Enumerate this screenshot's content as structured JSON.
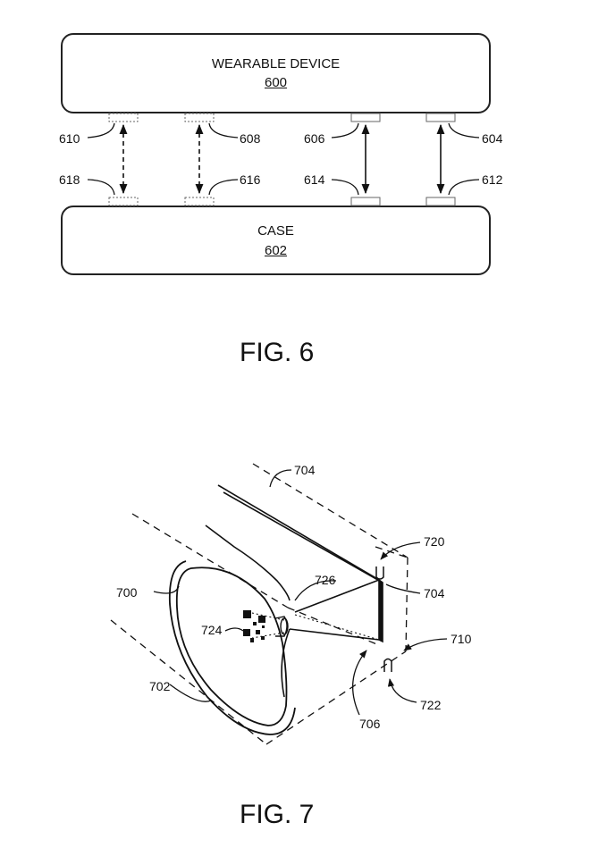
{
  "fig6": {
    "wearable": {
      "title": "WEARABLE DEVICE",
      "ref": "600"
    },
    "case": {
      "title": "CASE",
      "ref": "602"
    },
    "labels": {
      "l610": "610",
      "l608": "608",
      "l606": "606",
      "l604": "604",
      "l618": "618",
      "l616": "616",
      "l614": "614",
      "l612": "612"
    },
    "caption": "FIG. 6"
  },
  "fig7": {
    "labels": {
      "l704a": "704",
      "l720": "720",
      "l726": "726",
      "l704b": "704",
      "l700": "700",
      "l724": "724",
      "l710": "710",
      "l702": "702",
      "l722": "722",
      "l706": "706"
    },
    "caption": "FIG. 7"
  }
}
